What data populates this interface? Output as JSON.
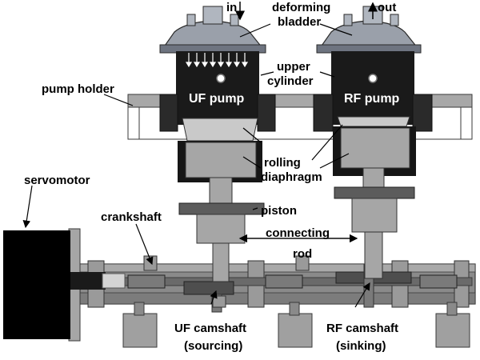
{
  "labels": {
    "in": "in",
    "out": "out",
    "deforming_bladder": [
      "deforming",
      "bladder"
    ],
    "upper_cylinder": [
      "upper",
      "cylinder"
    ],
    "pump_holder": "pump holder",
    "uf_pump": "UF pump",
    "rf_pump": "RF pump",
    "rolling_diaphragm": [
      "rolling",
      "diaphragm"
    ],
    "servomotor": "servomotor",
    "piston": "piston",
    "crankshaft": "crankshaft",
    "connecting_rod": [
      "connecting",
      "rod"
    ],
    "uf_camshaft": [
      "UF camshaft",
      "(sourcing)"
    ],
    "rf_camshaft": [
      "RF camshaft",
      "(sinking)"
    ]
  },
  "colors": {
    "cylinder_dark": "#1a1a1a",
    "part_gray": "#a8a8a8",
    "part_mid": "#8c8c8c",
    "part_dark": "#5e5e5e",
    "bladder_gray": "#9aa0aa",
    "motor_black": "#000000"
  }
}
